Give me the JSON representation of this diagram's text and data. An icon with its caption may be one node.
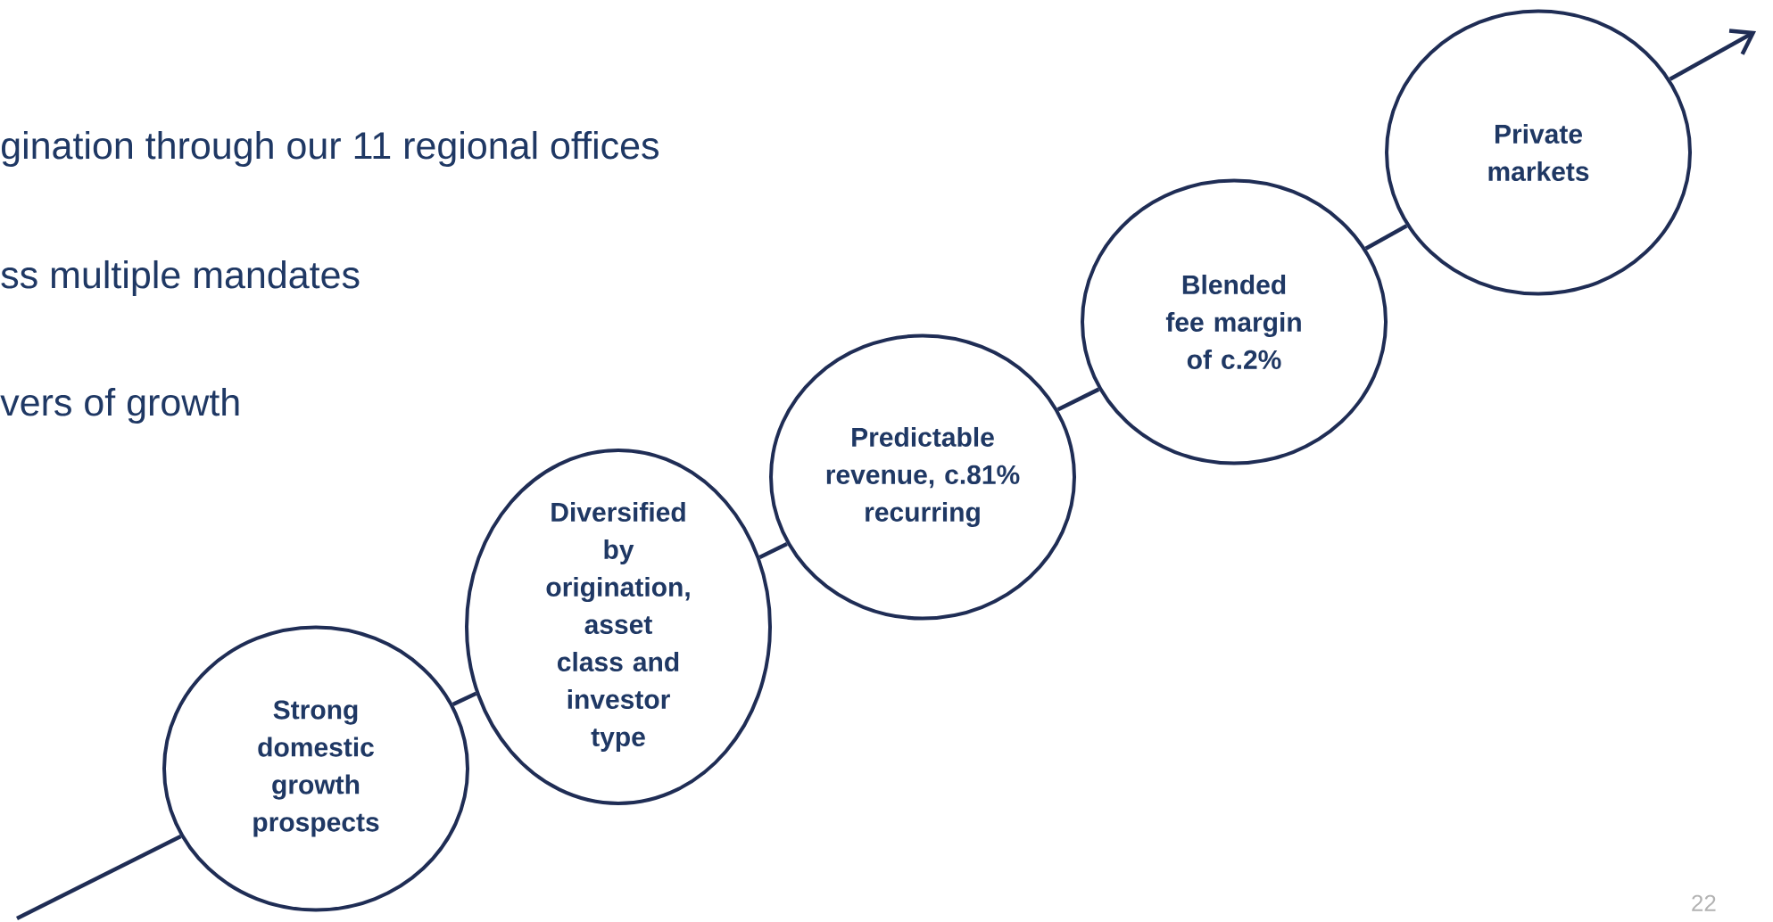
{
  "diagram": {
    "nodes": [
      {
        "text": [
          "Strong domestic growth prospects"
        ]
      },
      {
        "text": [
          "Diversified by origination, asset class and investor type"
        ]
      },
      {
        "text": [
          "Predictable revenue, c.81% recurring"
        ]
      },
      {
        "text": [
          "Blended fee margin of c.2%"
        ]
      },
      {
        "text": [
          "Private markets"
        ]
      }
    ],
    "edges": [
      {
        "from": null,
        "to": 0,
        "arrow": "none"
      },
      {
        "from": 0,
        "to": 1,
        "arrow": "none"
      },
      {
        "from": 1,
        "to": 2,
        "arrow": "none"
      },
      {
        "from": 2,
        "to": 3,
        "arrow": "none"
      },
      {
        "from": 3,
        "to": 4,
        "arrow": "none"
      },
      {
        "from": 4,
        "to": null,
        "arrow": "to"
      }
    ],
    "labels": [
      "gination through our 11 regional offices",
      "ss multiple mandates",
      "vers of growth",
      "22"
    ]
  }
}
